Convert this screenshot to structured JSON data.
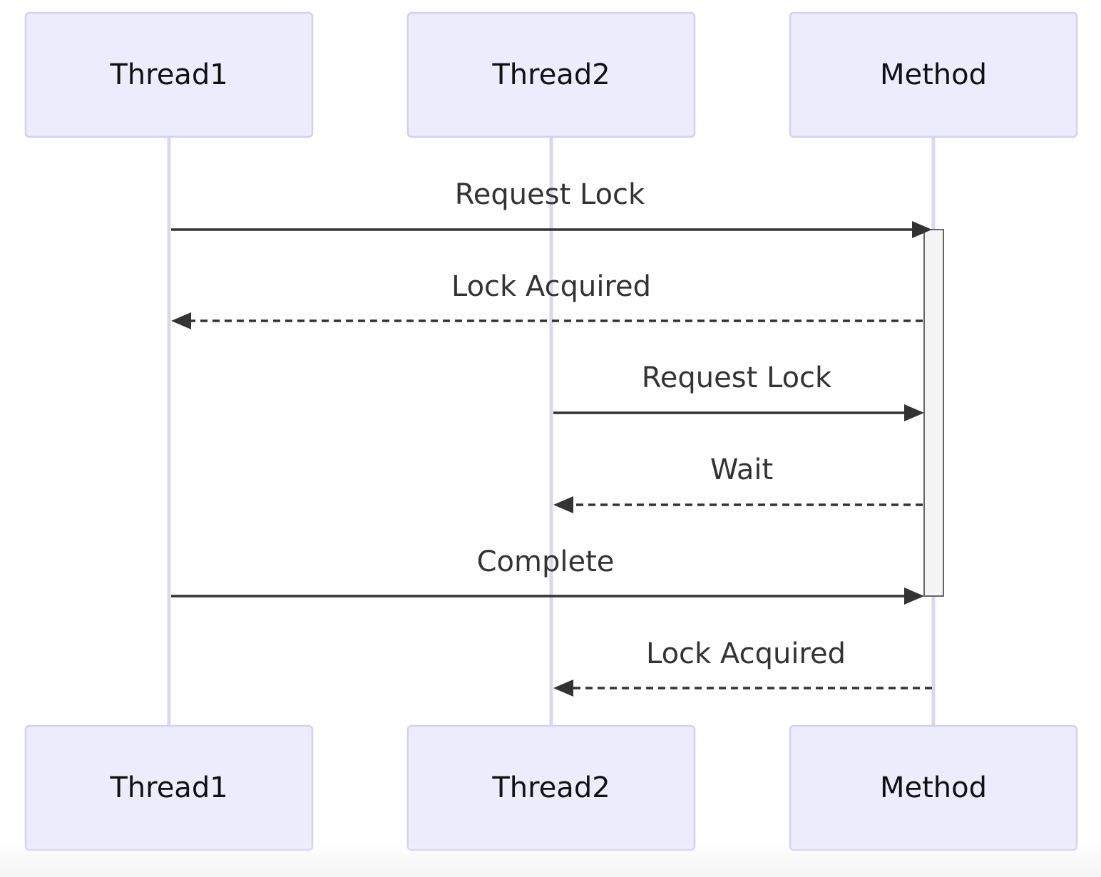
{
  "diagram": {
    "type": "sequence",
    "participants": [
      {
        "id": "thread1",
        "label": "Thread1"
      },
      {
        "id": "thread2",
        "label": "Thread2"
      },
      {
        "id": "method",
        "label": "Method"
      }
    ],
    "messages": [
      {
        "from": "thread1",
        "to": "method",
        "text": "Request Lock",
        "style": "solid"
      },
      {
        "from": "method",
        "to": "thread1",
        "text": "Lock Acquired",
        "style": "dashed"
      },
      {
        "from": "thread2",
        "to": "method",
        "text": "Request Lock",
        "style": "solid"
      },
      {
        "from": "method",
        "to": "thread2",
        "text": "Wait",
        "style": "dashed"
      },
      {
        "from": "thread1",
        "to": "method",
        "text": "Complete",
        "style": "solid"
      },
      {
        "from": "method",
        "to": "thread2",
        "text": "Lock Acquired",
        "style": "dashed"
      }
    ],
    "activation": {
      "participant": "method",
      "from_message": 0,
      "to_message": 4
    },
    "colors": {
      "actor_fill": "#ececfd",
      "actor_border": "#d4d0f2",
      "lifeline": "#dcd5f3",
      "arrow": "#333333",
      "activation_fill": "#f4f4f4",
      "activation_border": "#666666"
    }
  }
}
